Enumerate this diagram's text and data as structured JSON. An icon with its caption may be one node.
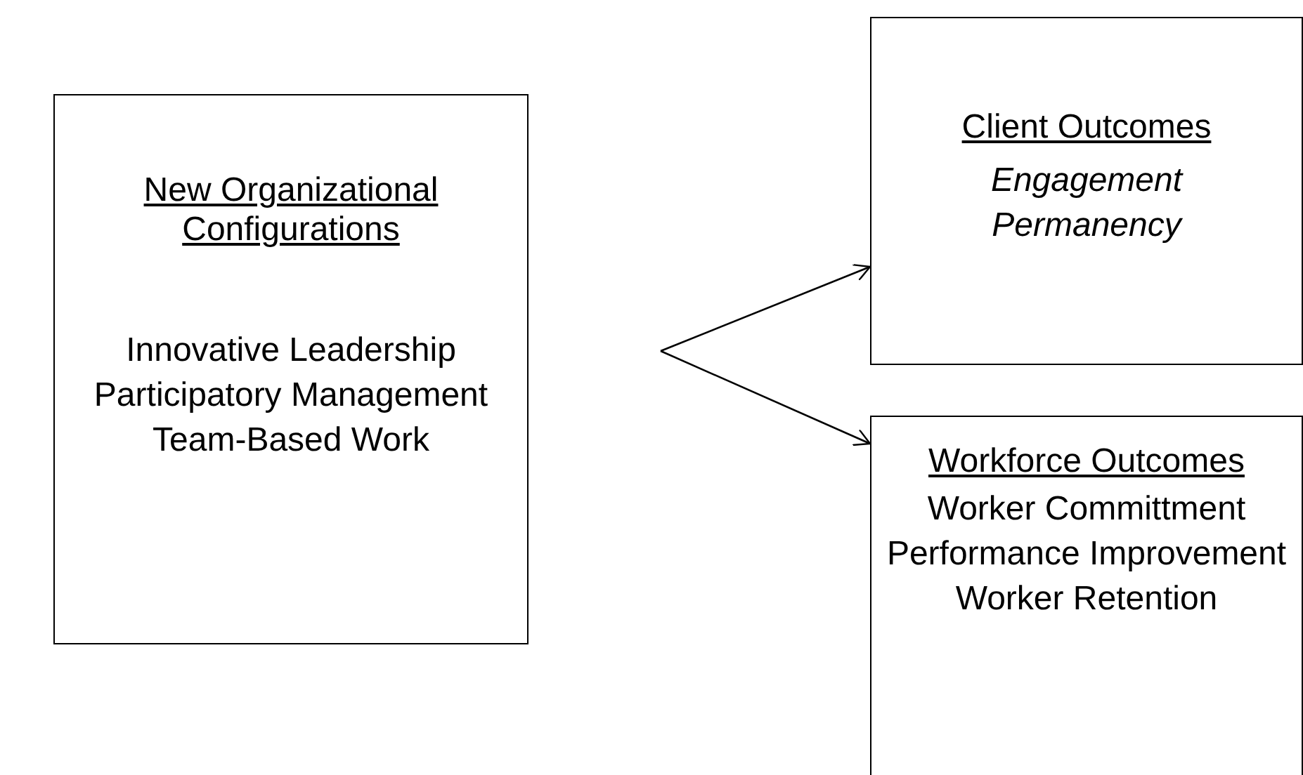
{
  "diagram": {
    "nodes": [
      {
        "text": [
          "New Organizational Configurations",
          "Innovative Leadership",
          "Participatory Management",
          "Team-Based Work"
        ]
      },
      {
        "text": [
          "Client Outcomes",
          "Engagement",
          "Permanency"
        ]
      },
      {
        "text": [
          "Workforce Outcomes",
          "Worker Committment",
          "Performance Improvement",
          "Worker Retention"
        ]
      }
    ],
    "edges": [
      {
        "from": null,
        "to": 1,
        "arrow": "to"
      },
      {
        "from": null,
        "to": 2,
        "arrow": "to"
      }
    ]
  }
}
